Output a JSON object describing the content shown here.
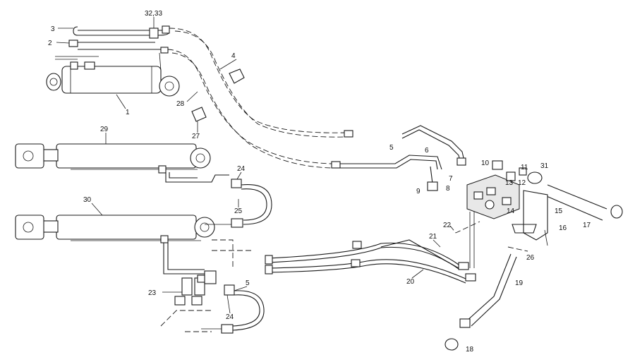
{
  "labels": {
    "l1": "1",
    "l2": "2",
    "l3": "3",
    "l3233": "32,33",
    "l4": "4",
    "l28": "28",
    "l27": "27",
    "l29": "29",
    "l30": "30",
    "l24a": "24",
    "l25": "25",
    "l5a": "5",
    "l6": "6",
    "l7": "7",
    "l8": "8",
    "l9": "9",
    "l10": "10",
    "l11": "11",
    "l12": "12",
    "l13": "13",
    "l31": "31",
    "l14": "14",
    "l15": "15",
    "l16": "16",
    "l17": "17",
    "l22": "22",
    "l21": "21",
    "l20": "20",
    "l23": "23",
    "l5b": "5",
    "l24b": "24",
    "l19": "19",
    "l18": "18",
    "l26": "26"
  }
}
